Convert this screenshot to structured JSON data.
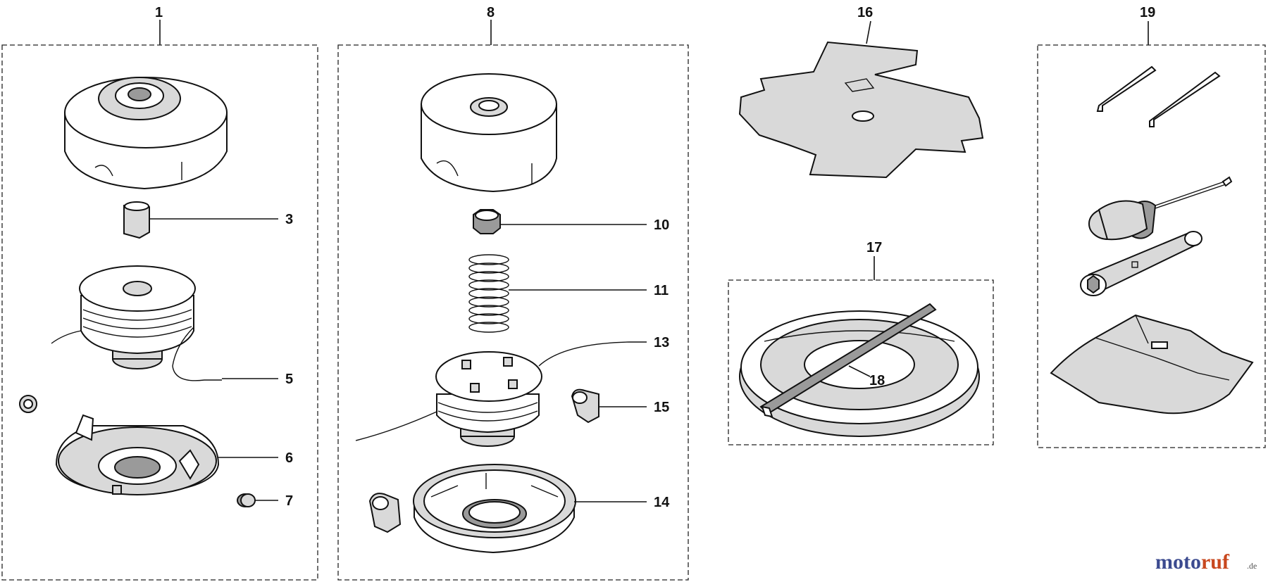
{
  "callouts": {
    "c1": "1",
    "c3": "3",
    "c5": "5",
    "c6": "6",
    "c7": "7",
    "c8": "8",
    "c10": "10",
    "c11": "11",
    "c13": "13",
    "c14": "14",
    "c15": "15",
    "c16": "16",
    "c17": "17",
    "c18": "18",
    "c19": "19"
  },
  "watermark": {
    "brand": "motoruf",
    "suffix": ".de",
    "colors": {
      "moto": "#3b4a8f",
      "ruf": "#c8471e"
    },
    "brand_parts": {
      "moto": "moto",
      "ruf": "ruf"
    }
  }
}
